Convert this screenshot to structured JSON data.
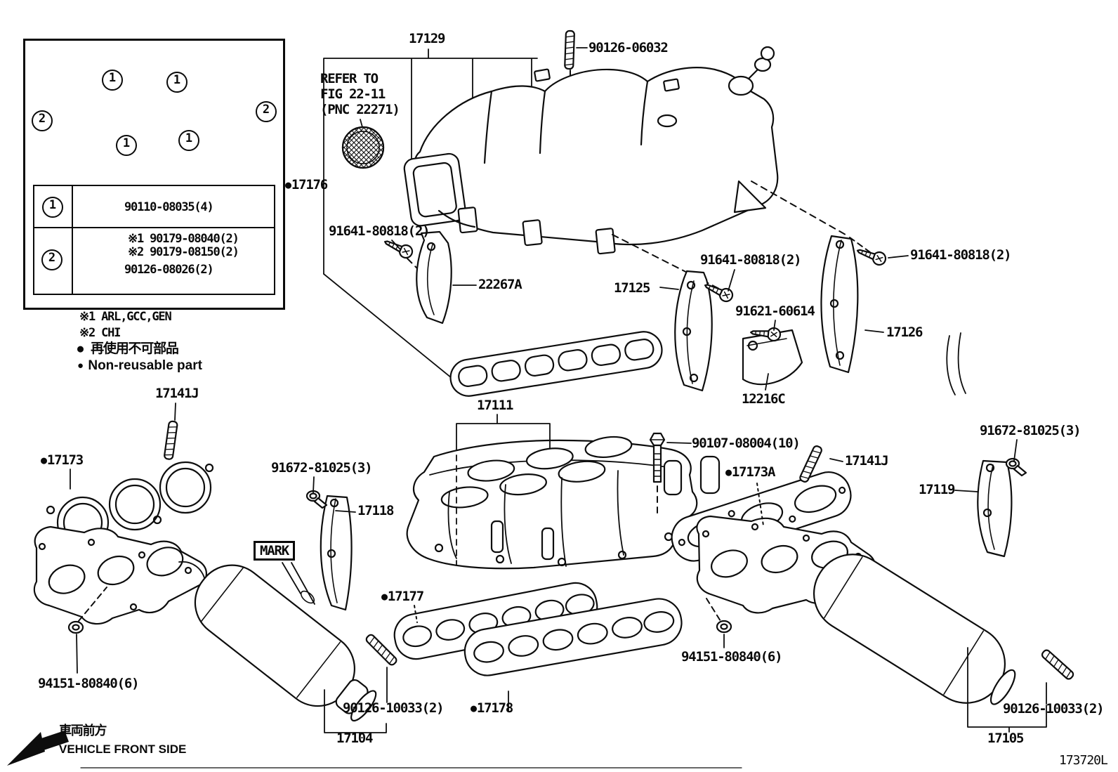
{
  "doc": {
    "drawing_number": "173720L",
    "front_arrow": {
      "jp": "車両前方",
      "en": "VEHICLE FRONT SIDE"
    },
    "refer_note": {
      "line1": "REFER TO",
      "line2": "FIG 22-11",
      "line3": "(PNC 22271)"
    },
    "mark_box": "MARK",
    "bullet": "●"
  },
  "inset": {
    "callouts": [
      "1",
      "1",
      "2",
      "2",
      "1",
      "1"
    ],
    "table": {
      "row1_num": "1",
      "row1_part": "90110-08035(4)",
      "row2_num": "2",
      "row2_part_a": "※1 90179-08040(2)",
      "row2_part_b": "※2 90179-08150(2)",
      "row2_part_c": "90126-08026(2)"
    },
    "notes": {
      "n1": "※1 ARL,GCC,GEN",
      "n2": "※2 CHI",
      "n3": "再使用不可部品",
      "n4": "Non-reusable part"
    }
  },
  "labels": {
    "l17129": "17129",
    "l90126_06032": "90126-06032",
    "l17176": "17176",
    "l91641_a": "91641-80818(2)",
    "l22267a": "22267A",
    "l17125": "17125",
    "l91641_b": "91641-80818(2)",
    "l91621_60614": "91621-60614",
    "l12216c": "12216C",
    "l17126": "17126",
    "l91641_c": "91641-80818(2)",
    "l17141j_left": "17141J",
    "l17173": "17173",
    "l91672_left": "91672-81025(3)",
    "l17118": "17118",
    "l17177": "17177",
    "l17111": "17111",
    "l90107_08004": "90107-08004(10)",
    "l17173a": "17173A",
    "l17141j_right": "17141J",
    "l91672_right": "91672-81025(3)",
    "l17119": "17119",
    "l94151_left": "94151-80840(6)",
    "l90126_10033_left": "90126-10033(2)",
    "l17104": "17104",
    "l17178": "17178",
    "l94151_right": "94151-80840(6)",
    "l90126_10033_right": "90126-10033(2)",
    "l17105": "17105"
  }
}
